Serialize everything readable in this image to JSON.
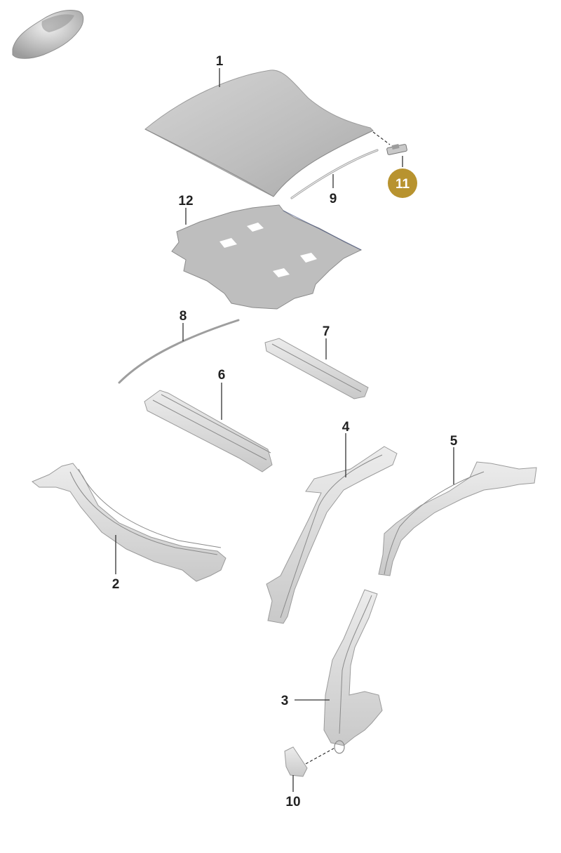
{
  "diagram": {
    "callouts": [
      {
        "id": "1",
        "label": "1"
      },
      {
        "id": "2",
        "label": "2"
      },
      {
        "id": "3",
        "label": "3"
      },
      {
        "id": "4",
        "label": "4"
      },
      {
        "id": "5",
        "label": "5"
      },
      {
        "id": "6",
        "label": "6"
      },
      {
        "id": "7",
        "label": "7"
      },
      {
        "id": "8",
        "label": "8"
      },
      {
        "id": "9",
        "label": "9"
      },
      {
        "id": "10",
        "label": "10"
      },
      {
        "id": "11",
        "label": "11",
        "highlighted": true
      },
      {
        "id": "12",
        "label": "12"
      }
    ],
    "colors": {
      "highlight_badge": "#b8932f",
      "part_fill": "#d8d8d8",
      "roof_fill": "#c4c4c4",
      "panel_fill": "#bdbdbd",
      "callout_text": "#222222"
    }
  }
}
